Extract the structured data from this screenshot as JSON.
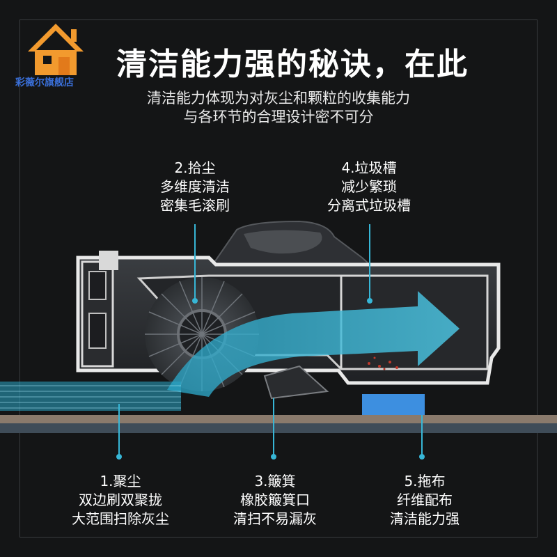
{
  "brand": {
    "store_name": "彩薇尔旗舰店",
    "logo_color": "#f29a2e",
    "text_color": "#3a6fd8"
  },
  "header": {
    "title": "清洁能力强的秘诀，在此",
    "subtitle_line1": "清洁能力体现为对灰尘和颗粒的收集能力",
    "subtitle_line2": "与各环节的合理设计密不可分"
  },
  "features": {
    "pickup": {
      "line1": "2.拾尘",
      "line2": "多维度清洁",
      "line3": "密集毛滚刷"
    },
    "bin": {
      "line1": "4.垃圾槽",
      "line2": "减少繁琐",
      "line3": "分离式垃圾槽"
    },
    "gather": {
      "line1": "1.聚尘",
      "line2": "双边刷双聚拢",
      "line3": "大范围扫除灰尘"
    },
    "dustpan": {
      "line1": "3.簸箕",
      "line2": "橡胶簸箕口",
      "line3": "清扫不易漏灰"
    },
    "mop": {
      "line1": "5.拖布",
      "line2": "纤维配布",
      "line3": "清洁能力强"
    }
  },
  "colors": {
    "accent": "#37b6d6",
    "background": "#141516",
    "floor": "#8a7a6c",
    "mop": "#3d8fe0"
  }
}
